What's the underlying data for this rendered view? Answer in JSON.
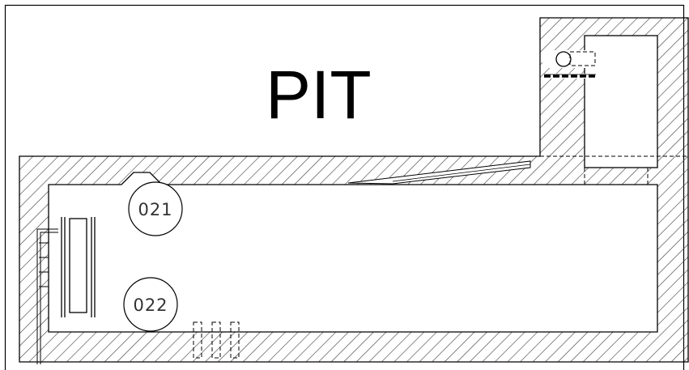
{
  "drawing": {
    "title": "PIT",
    "tags": [
      {
        "label": "021"
      },
      {
        "label": "022"
      }
    ]
  }
}
